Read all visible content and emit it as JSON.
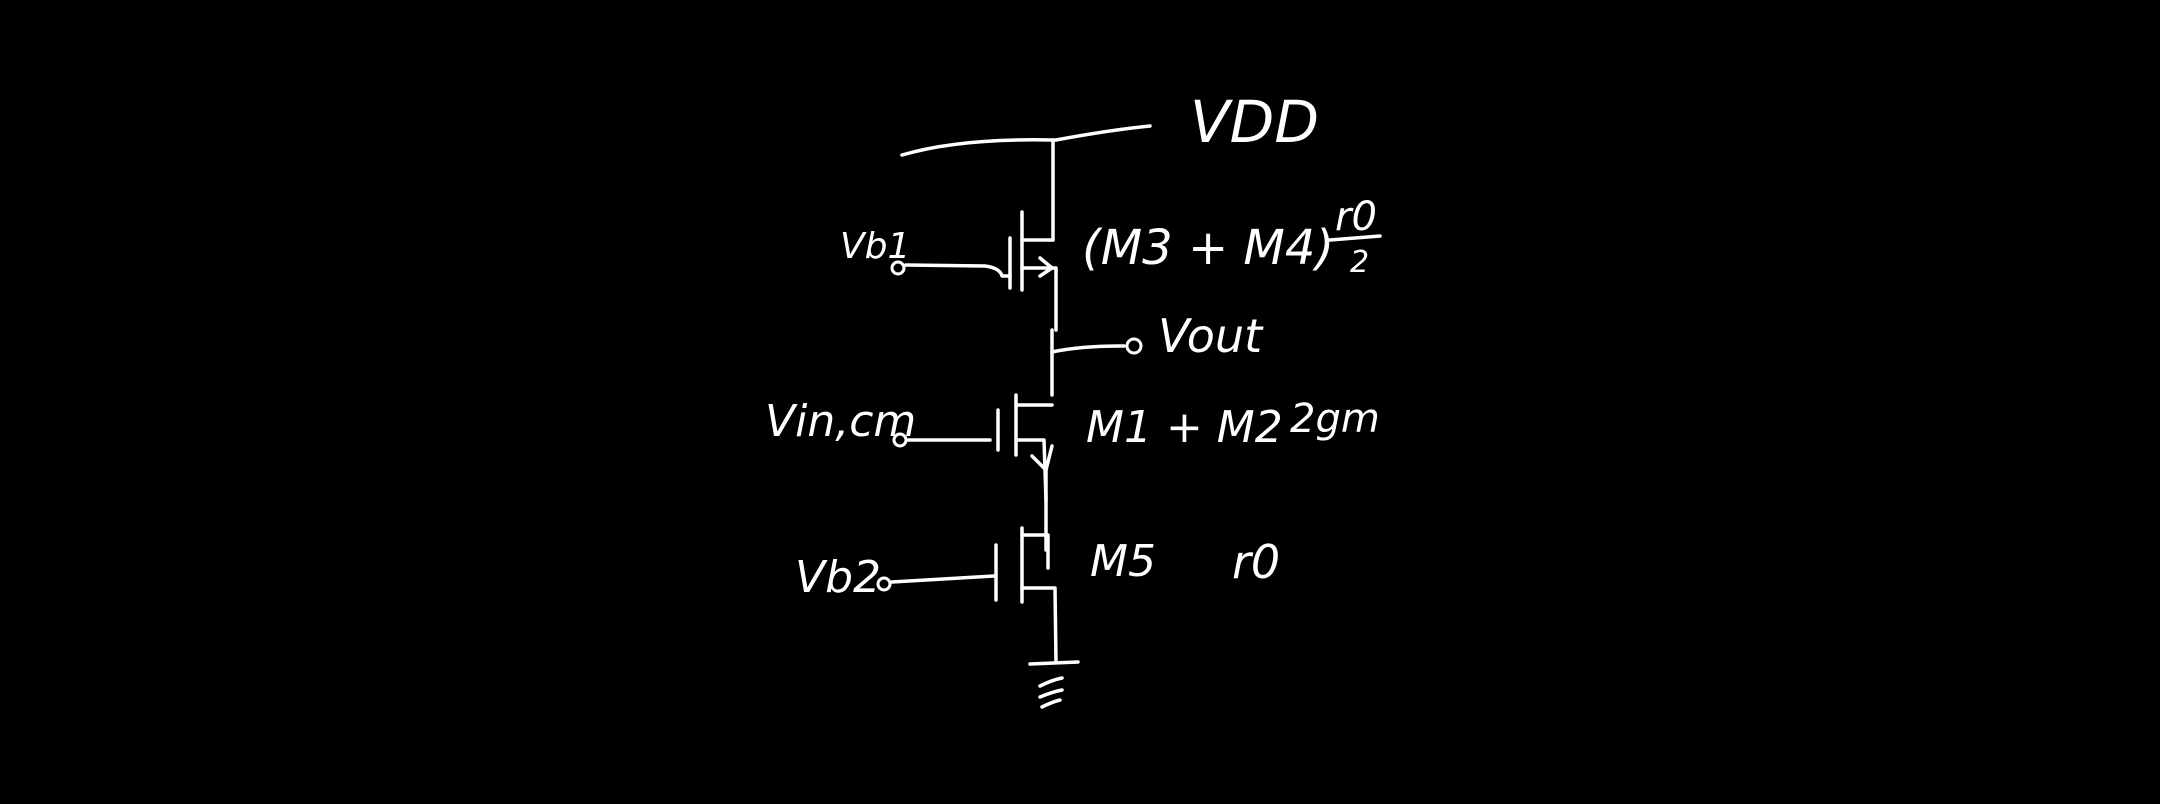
{
  "supply": {
    "label": "VDD"
  },
  "transistors": [
    {
      "id": "load",
      "gate_label": "Vb1",
      "name": "(M3 + M4)",
      "param": "r0",
      "param_sub": "2"
    },
    {
      "id": "input",
      "gate_label": "Vin,cm",
      "name": "M1 + M2",
      "param": "2gm"
    },
    {
      "id": "tail",
      "gate_label": "Vb2",
      "name": "M5",
      "param": "r0"
    }
  ],
  "output": {
    "label": "Vout"
  },
  "colors": {
    "background": "#000000",
    "ink": "#ffffff"
  }
}
